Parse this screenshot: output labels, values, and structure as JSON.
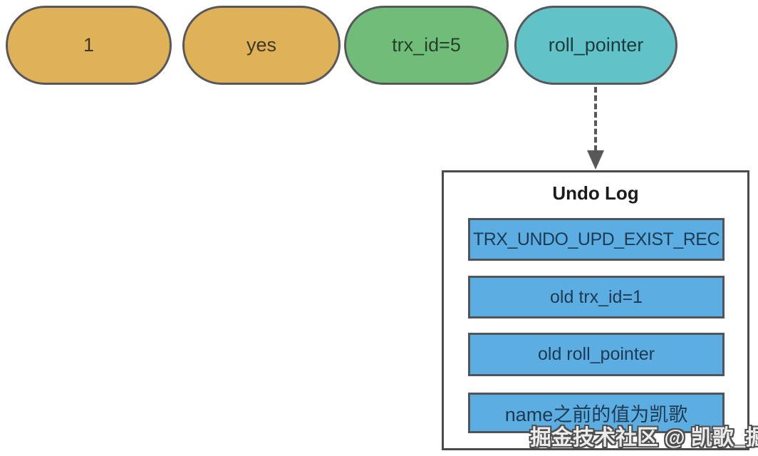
{
  "diagram": {
    "row_record": {
      "cells": [
        {
          "label": "1",
          "fill": "#E0B257",
          "text_color": "#3E3628"
        },
        {
          "label": "yes",
          "fill": "#E0B257",
          "text_color": "#3E3628"
        },
        {
          "label": "trx_id=5",
          "fill": "#70BD79",
          "text_color": "#27402E"
        },
        {
          "label": "roll_pointer",
          "fill": "#61C3C7",
          "text_color": "#1E3A3D"
        }
      ]
    },
    "connector": {
      "style": "dashed-arrow-down",
      "from": "roll_pointer",
      "to": "Undo Log",
      "color": "#58585A"
    },
    "undo_log": {
      "title": "Undo Log",
      "entries": [
        "TRX_UNDO_UPD_EXIST_REC",
        "old trx_id=1",
        "old roll_pointer",
        "name之前的值为凯歌"
      ],
      "entry_fill": "#5CAEE2",
      "entry_text_color": "#1D3A52",
      "box_border_color": "#4A4A4A"
    },
    "watermark": "掘金技术社区 @ 凯歌_掘金",
    "colors": {
      "pill_border": "#58585A",
      "background": "#FFFFFF"
    }
  }
}
